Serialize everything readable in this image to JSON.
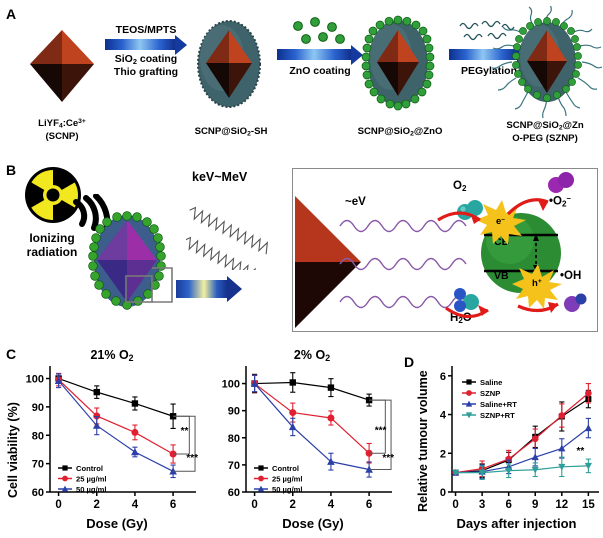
{
  "figure": {
    "panels": [
      "A",
      "B",
      "C",
      "D"
    ]
  },
  "panel_a": {
    "letter": "A",
    "steps": [
      {
        "top_label": "TEOS/MPTS",
        "bottom_label_1": "SiO2 coating",
        "bottom_label_2": "Thio grafting"
      },
      {
        "top_label": "",
        "bottom_label_1": "ZnO coating",
        "bottom_label_2": ""
      },
      {
        "top_label": "",
        "bottom_label_1": "PEGylation",
        "bottom_label_2": ""
      }
    ],
    "arrow_labels": {
      "a1_top": "TEOS/MPTS",
      "a1_b1": "SiO",
      "a1_b1_sub": "2",
      "a1_b1_rest": " coating",
      "a1_b2": "Thio grafting",
      "a2": "ZnO coating",
      "a3": "PEGylation"
    },
    "captions": [
      {
        "line1_pre": "LiYF",
        "line1_sub": "4",
        "line1_mid": ":Ce",
        "line1_sup": "3+",
        "line2": "(SCNP)"
      },
      {
        "pre": "SCNP@SiO",
        "sub": "2",
        "post": "-SH"
      },
      {
        "pre": "SCNP@SiO",
        "sub": "2",
        "post": "@ZnO"
      },
      {
        "pre": "SCNP@SiO",
        "sub": "2",
        "post": "@Zn",
        "line2": "O-PEG (SZNP)"
      }
    ]
  },
  "panel_b": {
    "letter": "B",
    "ionizing_line1": "Ionizing",
    "ionizing_line2": "radiation",
    "kev_label": "keV~MeV",
    "ev_label": "~eV",
    "o2_label_pre": "O",
    "o2_label_sub": "2",
    "h2o_label_pre": "H",
    "h2o_label_sub": "2",
    "h2o_label_post": "O",
    "superoxide_label": "•O2⁻",
    "superoxide_pre": "•O",
    "superoxide_sub": "2",
    "superoxide_sup": "–",
    "hydroxyl_label": "•OH",
    "cb_label": "CB",
    "vb_label": "VB",
    "electron_label": "e⁻",
    "hole_label": "h⁺",
    "radiation_icon": "radiation-trefoil-icon"
  },
  "panel_c": {
    "letter": "C",
    "y_axis_title": "Cell viability (%)",
    "x_axis_title": "Dose (Gy)"
  },
  "panel_d": {
    "letter": "D",
    "y_axis_title": "Relative tumour volume",
    "x_axis_title": "Days after injection"
  },
  "colors": {
    "control_black": "#000000",
    "red": "#e02030",
    "blue": "#2a3fa8",
    "teal": "#2e9e9a",
    "green_shell": "#35a32c",
    "zno_green": "#2f9e3b",
    "silica": "#44686e",
    "crystal_red": "#b5361d",
    "arrow_blue": "#153a9e",
    "radiation_yellow": "#f2e81f"
  },
  "chart_data": [
    {
      "type": "line",
      "id": "panel-c-21-o2",
      "title": "21% O2",
      "title_pre": "21% O",
      "title_sub": "2",
      "xlabel": "Dose (Gy)",
      "ylabel": "Cell viability (%)",
      "x": [
        0,
        2,
        4,
        6
      ],
      "xticks": [
        "0",
        "2",
        "4",
        "6"
      ],
      "yticks": [
        "60",
        "70",
        "80",
        "90",
        "100"
      ],
      "ylim": [
        60,
        103
      ],
      "xlim": [
        -0.45,
        7.2
      ],
      "grid": false,
      "legend_position": "lower-left",
      "series": [
        {
          "name": "Control",
          "color": "#000000",
          "marker": "square",
          "values": [
            100,
            95.2,
            91.2,
            86.7
          ],
          "err": [
            1.6,
            2.2,
            2.3,
            4.3
          ]
        },
        {
          "name": "25 µg/ml",
          "color": "#e02030",
          "marker": "circle",
          "values": [
            99.6,
            86.8,
            81.0,
            73.4
          ],
          "err": [
            2.2,
            2.8,
            2.6,
            3.2
          ]
        },
        {
          "name": "50 µg/ml",
          "color": "#2a3fa8",
          "marker": "triangle",
          "values": [
            99.2,
            83.4,
            74.1,
            67.3
          ],
          "err": [
            2.4,
            3.2,
            1.7,
            2.2
          ]
        }
      ],
      "annotations": [
        {
          "text": "**",
          "x": 6.6,
          "y": 80.5
        },
        {
          "text": "***",
          "x": 7.0,
          "y": 71.0
        }
      ]
    },
    {
      "type": "line",
      "id": "panel-c-2-o2",
      "title": "2% O2",
      "title_pre": "2% O",
      "title_sub": "2",
      "xlabel": "Dose (Gy)",
      "ylabel": "Cell viability (%)",
      "x": [
        0,
        2,
        4,
        6
      ],
      "xticks": [
        "0",
        "2",
        "4",
        "6"
      ],
      "yticks": [
        "60",
        "70",
        "80",
        "90",
        "100"
      ],
      "ylim": [
        60,
        105
      ],
      "xlim": [
        -0.45,
        7.2
      ],
      "grid": false,
      "legend_position": "lower-left",
      "series": [
        {
          "name": "Control",
          "color": "#000000",
          "marker": "square",
          "values": [
            100,
            100.4,
            98.5,
            93.9
          ],
          "err": [
            3.4,
            3.6,
            3.3,
            2.2
          ]
        },
        {
          "name": "25 µg/ml",
          "color": "#e02030",
          "marker": "circle",
          "values": [
            100,
            89.3,
            87.3,
            74.3
          ],
          "err": [
            3.1,
            3.5,
            2.6,
            3.6
          ]
        },
        {
          "name": "50 µg/ml",
          "color": "#2a3fa8",
          "marker": "triangle",
          "values": [
            100,
            84.0,
            71.2,
            68.3
          ],
          "err": [
            3.0,
            3.2,
            3.1,
            2.8
          ]
        }
      ],
      "annotations": [
        {
          "text": "***",
          "x": 6.6,
          "y": 81.5
        },
        {
          "text": "***",
          "x": 7.0,
          "y": 71.5
        }
      ]
    },
    {
      "type": "line",
      "id": "panel-d-tumour",
      "title": "",
      "xlabel": "Days after injection",
      "ylabel": "Relative tumour volume",
      "x": [
        0,
        3,
        6,
        9,
        12,
        15
      ],
      "xticks": [
        "0",
        "3",
        "6",
        "9",
        "12",
        "15"
      ],
      "yticks": [
        "0",
        "2",
        "4",
        "6"
      ],
      "ylim": [
        0,
        6.3
      ],
      "xlim": [
        -0.4,
        16.2
      ],
      "grid": false,
      "legend_position": "upper-left",
      "series": [
        {
          "name": "Saline",
          "color": "#000000",
          "marker": "square",
          "values": [
            1.0,
            1.1,
            1.65,
            2.85,
            3.9,
            4.8
          ],
          "err": [
            0.05,
            0.35,
            0.4,
            0.55,
            0.75,
            0.45
          ]
        },
        {
          "name": "SZNP",
          "color": "#e02030",
          "marker": "circle",
          "values": [
            1.0,
            1.2,
            1.7,
            2.75,
            3.95,
            5.1
          ],
          "err": [
            0.05,
            0.4,
            0.45,
            0.5,
            0.6,
            0.5
          ]
        },
        {
          "name": "Saline+RT",
          "color": "#2a3fa8",
          "marker": "triangle",
          "values": [
            1.0,
            1.05,
            1.3,
            1.8,
            2.25,
            3.3
          ],
          "err": [
            0.05,
            0.35,
            0.35,
            0.45,
            0.5,
            0.5
          ]
        },
        {
          "name": "SZNP+RT",
          "color": "#2e9e9a",
          "marker": "down-triangle",
          "values": [
            1.0,
            1.0,
            1.1,
            1.15,
            1.3,
            1.35
          ],
          "err": [
            0.05,
            0.35,
            0.35,
            0.35,
            0.5,
            0.35
          ]
        }
      ],
      "annotations": [
        {
          "text": "**",
          "x": 14.1,
          "y": 1.95
        }
      ]
    }
  ]
}
